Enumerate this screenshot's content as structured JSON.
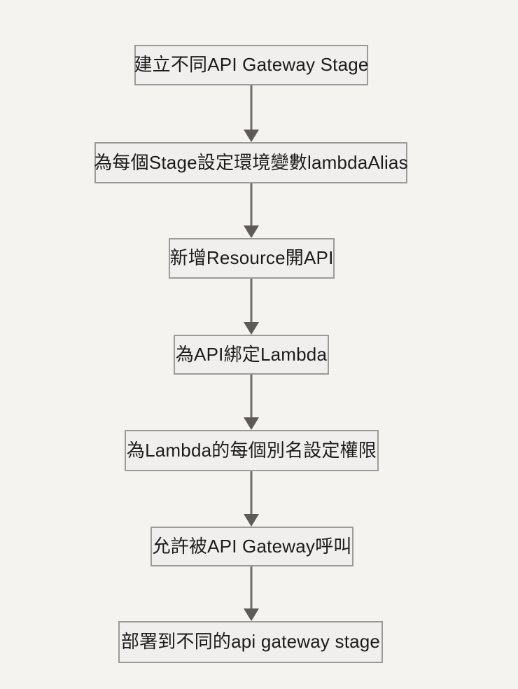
{
  "diagram": {
    "type": "flowchart",
    "direction": "top-to-bottom",
    "colors": {
      "page_background": "#f5f3f0",
      "node_background": "#f0efee",
      "node_border": "#9b9b99",
      "node_text": "#1d1b1a",
      "arrow_line": "#6e6b6a",
      "arrow_head": "#5d5a58"
    },
    "nodes": [
      {
        "label": "建立不同API Gateway Stage"
      },
      {
        "label": "為每個Stage設定環境變數lambdaAlias"
      },
      {
        "label": "新增Resource開API"
      },
      {
        "label": "為API綁定Lambda"
      },
      {
        "label": "為Lambda的每個別名設定權限"
      },
      {
        "label": "允許被API Gateway呼叫"
      },
      {
        "label": "部署到不同的api gateway stage"
      }
    ],
    "edges": [
      {
        "from": 0,
        "to": 1
      },
      {
        "from": 1,
        "to": 2
      },
      {
        "from": 2,
        "to": 3
      },
      {
        "from": 3,
        "to": 4
      },
      {
        "from": 4,
        "to": 5
      },
      {
        "from": 5,
        "to": 6
      }
    ]
  }
}
